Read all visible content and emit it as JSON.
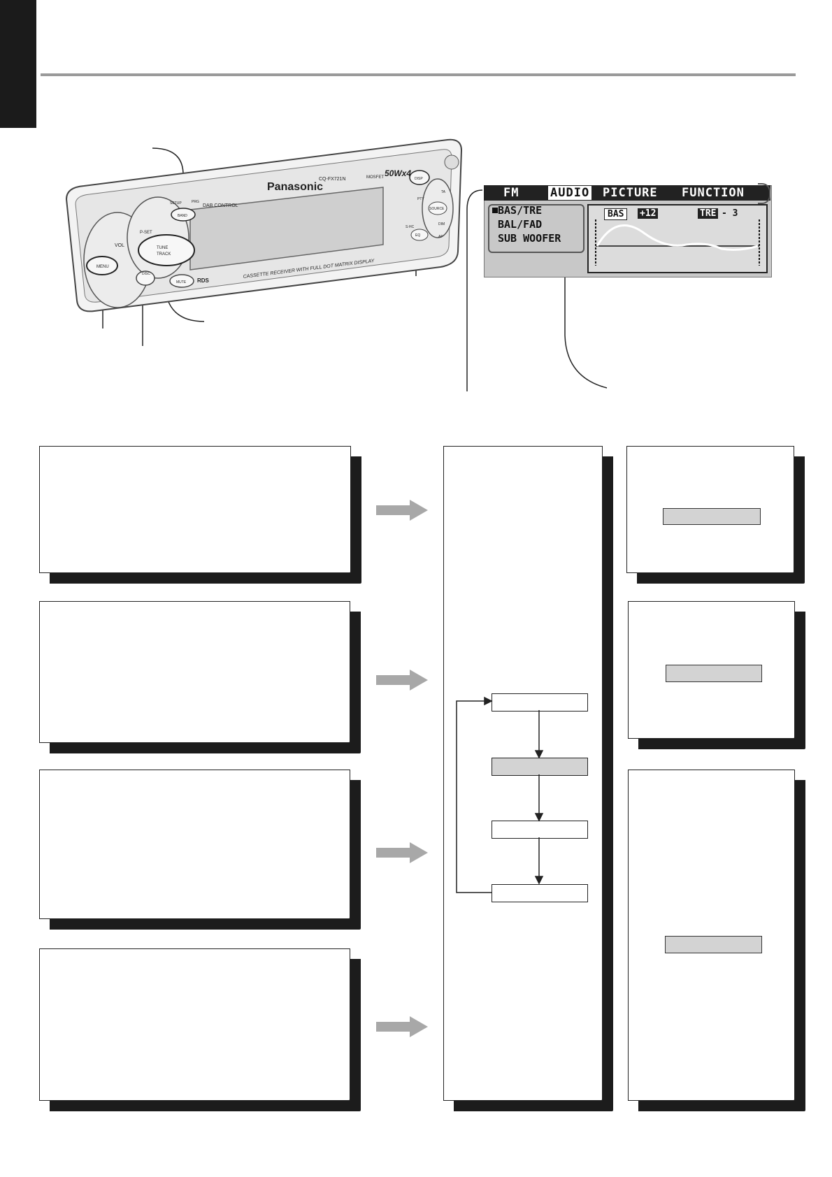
{
  "device": {
    "brand": "Panasonic",
    "model": "CQ-FX721N",
    "power_prefix": "MOSFET",
    "power": "50Wx4",
    "dab_control": "DAB CONTROL",
    "caption": "CASSETTE RECEIVER WITH FULL DOT MATRIX DISPLAY",
    "rds_logo": "RDS",
    "buttons": {
      "menu": "MENU",
      "vol": "VOL",
      "p_set": "P-SET",
      "tune": "TUNE",
      "track": "TRACK",
      "disc": "DISC",
      "mute": "MUTE",
      "band": "BAND",
      "setup": "SETUP",
      "prg": "PRG",
      "disp": "DISP",
      "ta": "TA",
      "pty": "PTY",
      "source": "SOURCE",
      "dim": "DIM",
      "af": "AF",
      "shc": "S·HC",
      "eq": "EQ"
    }
  },
  "lcd": {
    "tabs": [
      "FM",
      "AUDIO",
      "PICTURE",
      "FUNCTION"
    ],
    "menu_items": [
      "BAS/TRE",
      "BAL/FAD",
      "SUB WOOFER"
    ],
    "bass_label": "BAS",
    "bass_value": "+12",
    "treble_label": "TRE",
    "treble_value": "- 3"
  },
  "colors": {
    "shadow": "#1c1c1c",
    "gray_field": "#d3d3d3",
    "arrow": "#a8a8a8",
    "lcd_bg": "#c8c8c8"
  }
}
